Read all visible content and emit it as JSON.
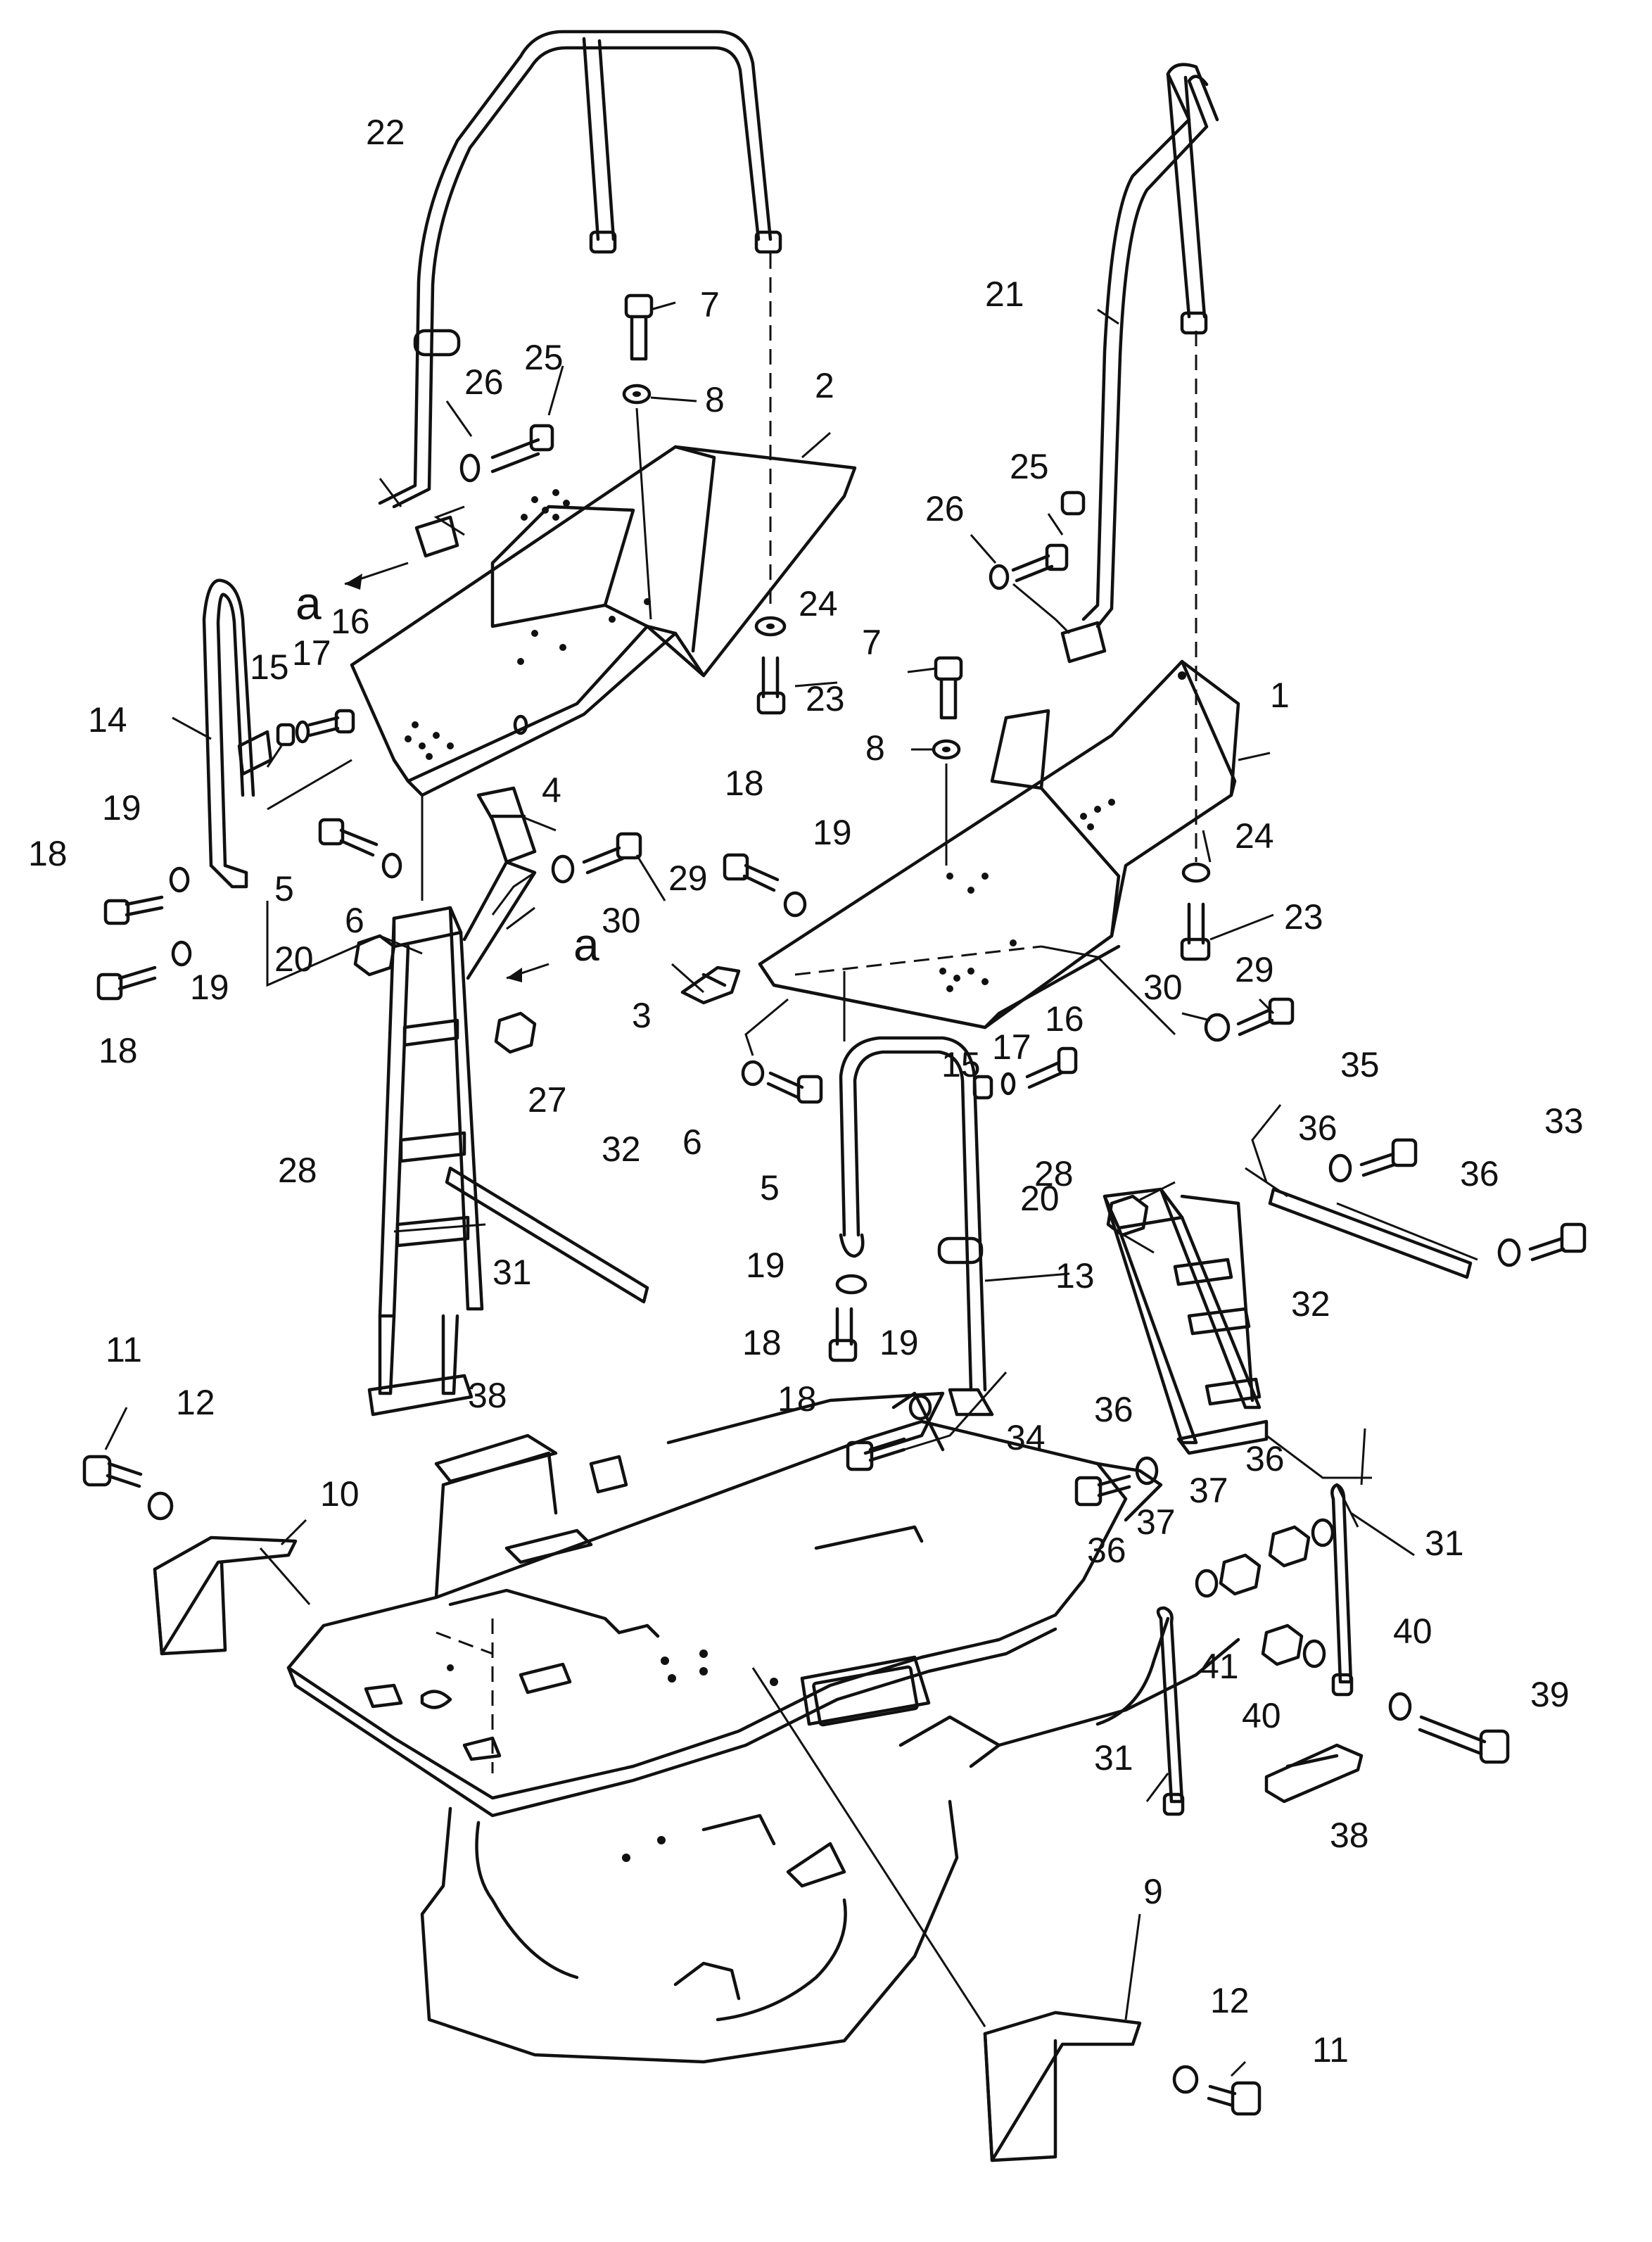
{
  "callouts": [
    {
      "id": "c1",
      "label": "1"
    },
    {
      "id": "c2",
      "label": "2"
    },
    {
      "id": "c3",
      "label": "3"
    },
    {
      "id": "c4",
      "label": "4"
    },
    {
      "id": "c5a",
      "label": "5"
    },
    {
      "id": "c5b",
      "label": "5"
    },
    {
      "id": "c6a",
      "label": "6"
    },
    {
      "id": "c6b",
      "label": "6"
    },
    {
      "id": "c7a",
      "label": "7"
    },
    {
      "id": "c7b",
      "label": "7"
    },
    {
      "id": "c8a",
      "label": "8"
    },
    {
      "id": "c8b",
      "label": "8"
    },
    {
      "id": "c9",
      "label": "9"
    },
    {
      "id": "c10",
      "label": "10"
    },
    {
      "id": "c11a",
      "label": "11"
    },
    {
      "id": "c11b",
      "label": "11"
    },
    {
      "id": "c12a",
      "label": "12"
    },
    {
      "id": "c12b",
      "label": "12"
    },
    {
      "id": "c13",
      "label": "13"
    },
    {
      "id": "c14",
      "label": "14"
    },
    {
      "id": "c15a",
      "label": "15"
    },
    {
      "id": "c15b",
      "label": "15"
    },
    {
      "id": "c16a",
      "label": "16"
    },
    {
      "id": "c16b",
      "label": "16"
    },
    {
      "id": "c17a",
      "label": "17"
    },
    {
      "id": "c17b",
      "label": "17"
    },
    {
      "id": "c18a",
      "label": "18"
    },
    {
      "id": "c18b",
      "label": "18"
    },
    {
      "id": "c18c",
      "label": "18"
    },
    {
      "id": "c18d",
      "label": "18"
    },
    {
      "id": "c18e",
      "label": "18"
    },
    {
      "id": "c19a",
      "label": "19"
    },
    {
      "id": "c19b",
      "label": "19"
    },
    {
      "id": "c19c",
      "label": "19"
    },
    {
      "id": "c19d",
      "label": "19"
    },
    {
      "id": "c19e",
      "label": "19"
    },
    {
      "id": "c20a",
      "label": "20"
    },
    {
      "id": "c20b",
      "label": "20"
    },
    {
      "id": "c21",
      "label": "21"
    },
    {
      "id": "c22",
      "label": "22"
    },
    {
      "id": "c23a",
      "label": "23"
    },
    {
      "id": "c23b",
      "label": "23"
    },
    {
      "id": "c24a",
      "label": "24"
    },
    {
      "id": "c24b",
      "label": "24"
    },
    {
      "id": "c25a",
      "label": "25"
    },
    {
      "id": "c25b",
      "label": "25"
    },
    {
      "id": "c26a",
      "label": "26"
    },
    {
      "id": "c26b",
      "label": "26"
    },
    {
      "id": "c27",
      "label": "27"
    },
    {
      "id": "c28a",
      "label": "28"
    },
    {
      "id": "c28b",
      "label": "28"
    },
    {
      "id": "c29a",
      "label": "29"
    },
    {
      "id": "c29b",
      "label": "29"
    },
    {
      "id": "c30a",
      "label": "30"
    },
    {
      "id": "c30b",
      "label": "30"
    },
    {
      "id": "c31a",
      "label": "31"
    },
    {
      "id": "c31b",
      "label": "31"
    },
    {
      "id": "c31c",
      "label": "31"
    },
    {
      "id": "c32a",
      "label": "32"
    },
    {
      "id": "c32b",
      "label": "32"
    },
    {
      "id": "c33",
      "label": "33"
    },
    {
      "id": "c34",
      "label": "34"
    },
    {
      "id": "c35",
      "label": "35"
    },
    {
      "id": "c36a",
      "label": "36"
    },
    {
      "id": "c36b",
      "label": "36"
    },
    {
      "id": "c36c",
      "label": "36"
    },
    {
      "id": "c36d",
      "label": "36"
    },
    {
      "id": "c36e",
      "label": "36"
    },
    {
      "id": "c37a",
      "label": "37"
    },
    {
      "id": "c37b",
      "label": "37"
    },
    {
      "id": "c38a",
      "label": "38"
    },
    {
      "id": "c38b",
      "label": "38"
    },
    {
      "id": "c39",
      "label": "39"
    },
    {
      "id": "c40a",
      "label": "40"
    },
    {
      "id": "c40b",
      "label": "40"
    },
    {
      "id": "c41",
      "label": "41"
    }
  ],
  "view_markers": [
    {
      "id": "va1",
      "label": "a"
    },
    {
      "id": "va2",
      "label": "a"
    }
  ]
}
